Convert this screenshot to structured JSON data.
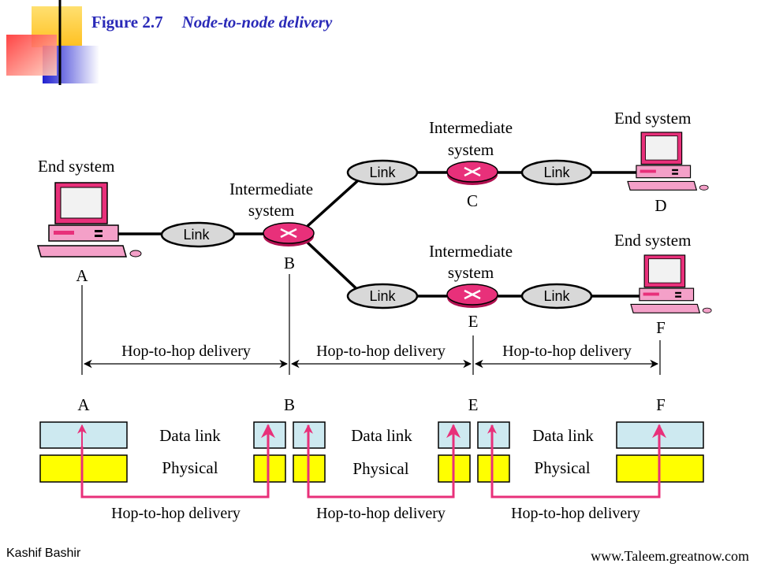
{
  "slide": {
    "figure_number": "Figure 2.7",
    "figure_caption": "Node-to-node delivery",
    "author": "Kashif Bashir",
    "website": "www.Taleem.greatnow.com"
  },
  "network": {
    "end_system_label": "End system",
    "intermediate_label_line1": "Intermediate",
    "intermediate_label_line2": "system",
    "link_label": "Link",
    "nodes": {
      "a": "A",
      "b": "B",
      "c": "C",
      "d": "D",
      "e": "E",
      "f": "F"
    }
  },
  "hops": {
    "label": "Hop-to-hop delivery"
  },
  "layers": {
    "data_link": "Data link",
    "physical": "Physical"
  },
  "colors": {
    "title": "#2a2ab8",
    "router": "#e8307a",
    "monitor": "#e8307a",
    "link_oval": "#d8d8d8",
    "data_link_box": "#cde9f0",
    "physical_box": "#ffff00",
    "hop_arrow": "#e8307a"
  }
}
